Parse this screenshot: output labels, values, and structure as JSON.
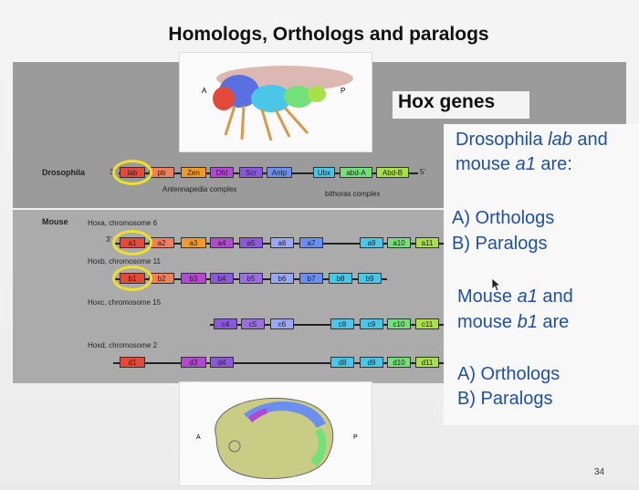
{
  "slide": {
    "title": "Homologs, Orthologs and paralogs",
    "hox_title": "Hox genes",
    "page_number": "34"
  },
  "diagram": {
    "species_drosophila": "Drosophila",
    "species_mouse": "Mouse",
    "drosophila_label_3": "3'",
    "drosophila_label_5": "5'",
    "antennapedia_complex": "Antennapedia complex",
    "bithorax_complex": "bithorax complex",
    "drosophila_genes": [
      "lab",
      "pb",
      "Zen",
      "Dfd",
      "Scr",
      "Antp",
      "Ubx",
      "abd-A",
      "Abd-B"
    ],
    "mouse_label_3": "3'",
    "hoxa_label": "Hoxa, chromosome 6",
    "hoxb_label": "Hoxb, chromosome 11",
    "hoxc_label": "Hoxc, chromosome 15",
    "hoxd_label": "Hoxd, chromosome 2",
    "hoxa_genes": [
      "a1",
      "a2",
      "a3",
      "a4",
      "a5",
      "a6",
      "a7",
      "a9",
      "a10",
      "a11"
    ],
    "hoxb_genes": [
      "b1",
      "b2",
      "b3",
      "b4",
      "b5",
      "b6",
      "b7",
      "b8",
      "b9"
    ],
    "hoxc_genes": [
      "c4",
      "c5",
      "c6",
      "c8",
      "c9",
      "c10",
      "c11"
    ],
    "hoxd_genes": [
      "d1",
      "d3",
      "d4",
      "d8",
      "d9",
      "d10",
      "d11"
    ],
    "axis_a": "A",
    "axis_p": "P"
  },
  "question1": {
    "line1_pre": "Drosophila ",
    "line1_italic": "lab",
    "line1_post": " and",
    "line2_pre": "mouse ",
    "line2_italic": "a1",
    "line2_post": " are:",
    "option_a": "A) Orthologs",
    "option_b": "B) Paralogs"
  },
  "question2": {
    "line1_pre": "Mouse ",
    "line1_italic": "a1",
    "line1_post": " and",
    "line2_pre": "mouse ",
    "line2_italic": "b1",
    "line2_post": " are",
    "option_a": "A) Orthologs",
    "option_b": "B) Paralogs"
  },
  "colors": {
    "lab": "#e34a3b",
    "pb": "#f07f5d",
    "zen": "#f09a2a",
    "dfd": "#b24ad0",
    "scr": "#8a58d8",
    "antp": "#6b8ff0",
    "ubx": "#4ac7e8",
    "abda": "#74e07a",
    "abdb": "#a7e04a",
    "question_text": "#1f4fa8",
    "highlight_ring": "#f0e028"
  }
}
